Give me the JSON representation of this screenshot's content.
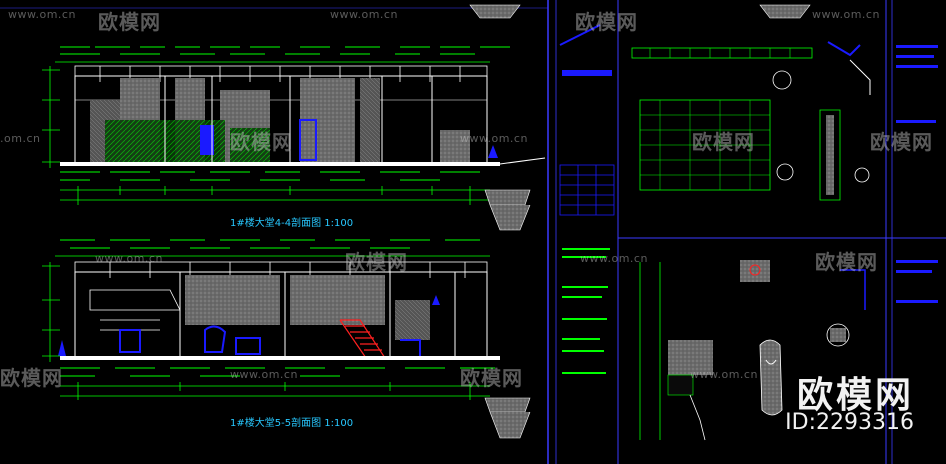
{
  "watermark": {
    "brand": "欧模网",
    "url": "www.om.cn",
    "url_short": ".om.cn",
    "id": "ID:2293316"
  },
  "drawing": {
    "section_upper_title": "1#楼大堂4-4剖面图   1:100",
    "section_lower_title": "1#楼大堂5-5剖面图   1:100"
  },
  "colors": {
    "background": "#000000",
    "green": "#00ff00",
    "blue": "#1a1aff",
    "cyan": "#00e5ff",
    "white": "#ffffff",
    "red": "#ff2020",
    "frame": "#3a3aff"
  }
}
